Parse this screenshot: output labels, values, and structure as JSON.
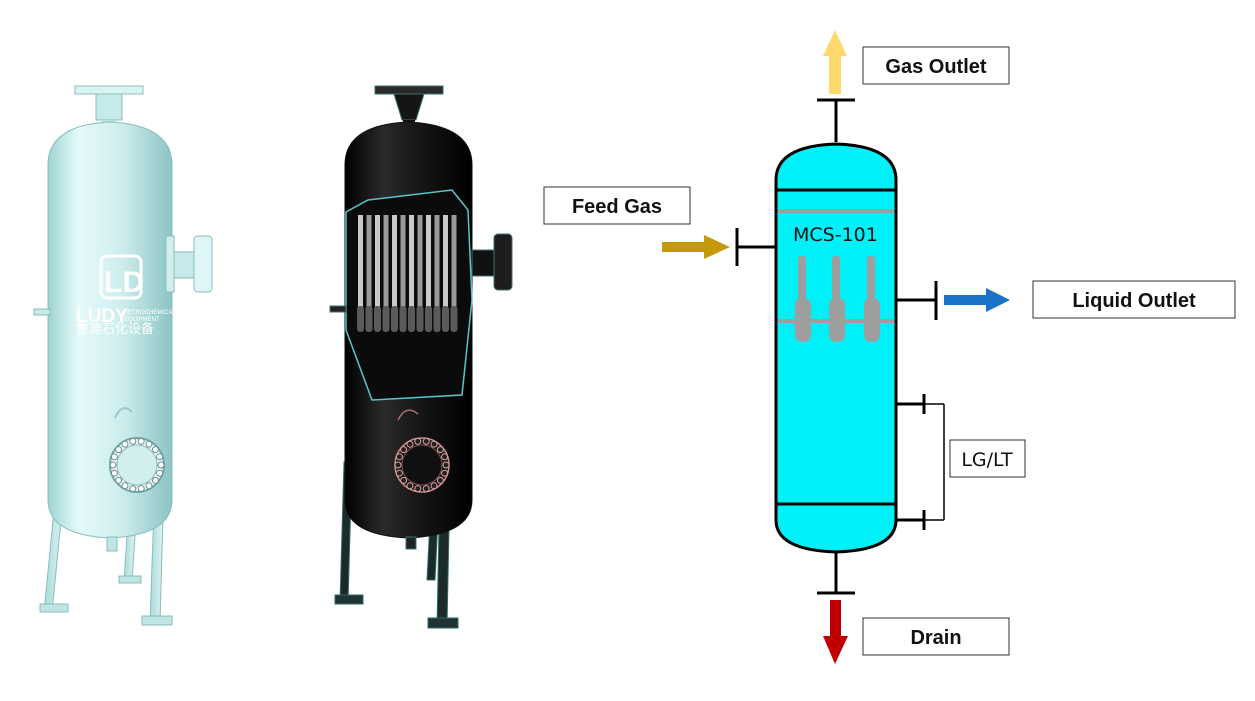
{
  "left_vessel": {
    "logo_mark": "LD",
    "brand": "LUDY",
    "brand_sub_1": "PETROCHEMICAL",
    "brand_sub_2": "EQUIPMENT",
    "brand_cn": "鲁迪石化设备",
    "body_color": "#cfeeee"
  },
  "middle_vessel": {
    "body_color": "#1a1a1a",
    "outline_color": "#57c7c7"
  },
  "schematic": {
    "vessel_fill": "#00f0f7",
    "vessel_tag": "MCS-101",
    "labels": {
      "gas_outlet": "Gas Outlet",
      "feed_gas": "Feed Gas",
      "liquid_outlet": "Liquid Outlet",
      "level": "LG/LT",
      "drain": "Drain"
    },
    "arrow_colors": {
      "gas_outlet": "#ffd86b",
      "feed_gas": "#c49a0c",
      "liquid_outlet": "#1a73c9",
      "drain": "#c00000"
    }
  }
}
